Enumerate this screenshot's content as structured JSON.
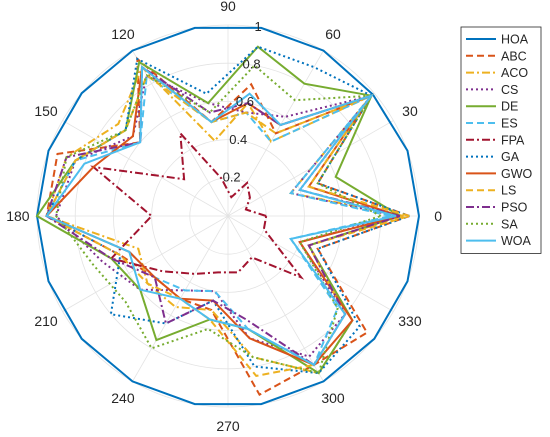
{
  "chart_data": {
    "type": "polar-line",
    "angle_unit": "degrees",
    "rlim": [
      0,
      1
    ],
    "r_ticks": [
      "0.2",
      "0.4",
      "0.6",
      "0.8",
      "1"
    ],
    "r_tick_values": [
      0.2,
      0.4,
      0.6,
      0.8,
      1.0
    ],
    "theta_ticks": [
      "0",
      "30",
      "60",
      "90",
      "120",
      "150",
      "180",
      "210",
      "240",
      "270",
      "300",
      "330"
    ],
    "theta_tick_values": [
      0,
      30,
      60,
      90,
      120,
      150,
      180,
      210,
      240,
      270,
      300,
      330
    ],
    "grid": true,
    "legend_position": "right",
    "theta": [
      0,
      20,
      40,
      60,
      80,
      100,
      120,
      140,
      160,
      180,
      200,
      220,
      240,
      260,
      280,
      300,
      320,
      340,
      360
    ],
    "series": [
      {
        "name": "HOA",
        "color": "#0072BD",
        "dash": "solid",
        "values": [
          1.0,
          1.0,
          0.99,
          1.0,
          1.0,
          1.0,
          1.0,
          1.0,
          1.0,
          1.0,
          1.0,
          1.0,
          1.0,
          1.0,
          1.0,
          1.0,
          1.0,
          1.0,
          1.0
        ]
      },
      {
        "name": "ABC",
        "color": "#D95319",
        "dash": "dashed",
        "values": [
          0.95,
          0.5,
          0.98,
          0.5,
          0.7,
          0.5,
          0.95,
          0.6,
          0.95,
          0.95,
          0.6,
          0.5,
          0.5,
          0.5,
          0.95,
          0.9,
          0.95,
          0.5,
          0.95
        ]
      },
      {
        "name": "ACO",
        "color": "#EDB120",
        "dash": "dashdot",
        "values": [
          0.92,
          0.35,
          0.98,
          0.45,
          0.6,
          0.4,
          0.9,
          0.75,
          0.9,
          0.95,
          0.5,
          0.55,
          0.55,
          0.5,
          0.75,
          0.95,
          0.85,
          0.45,
          0.92
        ]
      },
      {
        "name": "CS",
        "color": "#7E2F8E",
        "dash": "dotted",
        "values": [
          0.88,
          0.35,
          0.98,
          0.6,
          0.55,
          0.6,
          0.85,
          0.65,
          0.85,
          0.9,
          0.7,
          0.6,
          0.45,
          0.4,
          0.65,
          0.85,
          0.8,
          0.4,
          0.88
        ]
      },
      {
        "name": "DE",
        "color": "#77AC30",
        "dash": "solid",
        "values": [
          0.9,
          0.6,
          0.98,
          0.8,
          0.9,
          0.6,
          0.93,
          0.7,
          0.85,
          1.0,
          0.65,
          0.6,
          0.75,
          0.55,
          0.6,
          0.95,
          0.85,
          0.45,
          0.9
        ]
      },
      {
        "name": "ES",
        "color": "#4DBEEE",
        "dash": "dashed",
        "values": [
          0.85,
          0.35,
          0.98,
          0.45,
          0.55,
          0.5,
          0.85,
          0.6,
          0.85,
          0.95,
          0.55,
          0.5,
          0.45,
          0.4,
          0.6,
          0.9,
          0.75,
          0.35,
          0.85
        ]
      },
      {
        "name": "FPA",
        "color": "#A2142F",
        "dash": "dashdot",
        "values": [
          0.2,
          0.1,
          0.15,
          0.2,
          0.1,
          0.2,
          0.5,
          0.3,
          0.75,
          0.4,
          0.65,
          0.45,
          0.35,
          0.3,
          0.3,
          0.25,
          0.5,
          0.2,
          0.2
        ]
      },
      {
        "name": "GA",
        "color": "#0072BD",
        "dash": "dotted",
        "values": [
          0.95,
          0.5,
          0.98,
          0.9,
          0.9,
          0.65,
          0.95,
          0.7,
          0.85,
          0.95,
          0.6,
          0.8,
          0.65,
          0.45,
          0.8,
          0.95,
          0.9,
          0.5,
          0.95
        ]
      },
      {
        "name": "GWO",
        "color": "#D95319",
        "dash": "solid",
        "values": [
          0.9,
          0.45,
          0.98,
          0.55,
          0.6,
          0.5,
          0.9,
          0.65,
          0.75,
          0.95,
          0.55,
          0.5,
          0.5,
          0.45,
          0.65,
          0.9,
          0.85,
          0.4,
          0.9
        ]
      },
      {
        "name": "LS",
        "color": "#EDB120",
        "dash": "dashed",
        "values": [
          0.95,
          0.45,
          0.98,
          0.5,
          0.55,
          0.5,
          0.85,
          0.7,
          0.85,
          0.95,
          0.6,
          0.55,
          0.5,
          0.55,
          0.85,
          0.9,
          0.8,
          0.45,
          0.95
        ]
      },
      {
        "name": "PSO",
        "color": "#7E2F8E",
        "dash": "dashdot",
        "values": [
          0.9,
          0.4,
          0.98,
          0.55,
          0.6,
          0.55,
          0.9,
          0.6,
          0.9,
          0.95,
          0.65,
          0.5,
          0.65,
          0.45,
          0.55,
          0.9,
          0.8,
          0.45,
          0.9
        ]
      },
      {
        "name": "SA",
        "color": "#77AC30",
        "dash": "dotted",
        "values": [
          0.8,
          0.5,
          0.98,
          0.7,
          0.8,
          0.55,
          0.85,
          0.7,
          0.9,
          0.9,
          0.75,
          0.7,
          0.8,
          0.6,
          0.75,
          0.95,
          0.75,
          0.4,
          0.8
        ]
      },
      {
        "name": "WOA",
        "color": "#4DBEEE",
        "dash": "solid",
        "values": [
          0.88,
          0.4,
          0.98,
          0.55,
          0.65,
          0.5,
          0.9,
          0.6,
          0.8,
          0.95,
          0.55,
          0.6,
          0.5,
          0.55,
          0.6,
          0.9,
          0.8,
          0.35,
          0.88
        ]
      }
    ]
  }
}
